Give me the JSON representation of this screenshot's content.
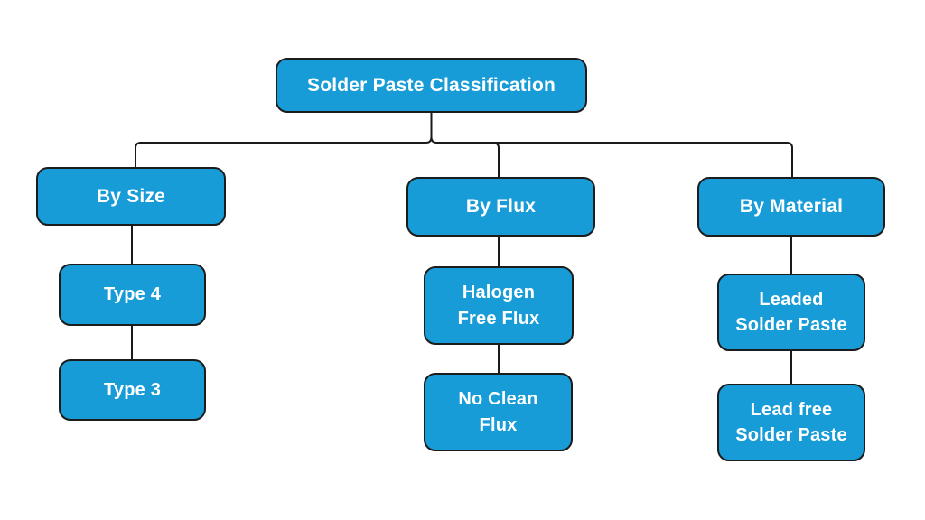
{
  "diagram": {
    "title": "Solder Paste Classification",
    "root": {
      "label": "Solder Paste Classification"
    },
    "branches": [
      {
        "label": "By Size",
        "children": [
          "Type 4",
          "Type 3"
        ]
      },
      {
        "label": "By Flux",
        "children": [
          "Halogen\nFree Flux",
          "No Clean\nFlux"
        ]
      },
      {
        "label": "By Material",
        "children": [
          "Leaded\nSolder Paste",
          "Lead free\nSolder Paste"
        ]
      }
    ],
    "colors": {
      "node_fill": "#189cd8",
      "node_border": "#1c1c1c",
      "node_text": "#ffffff",
      "connector": "#1a1a1a",
      "background": "#ffffff"
    }
  }
}
